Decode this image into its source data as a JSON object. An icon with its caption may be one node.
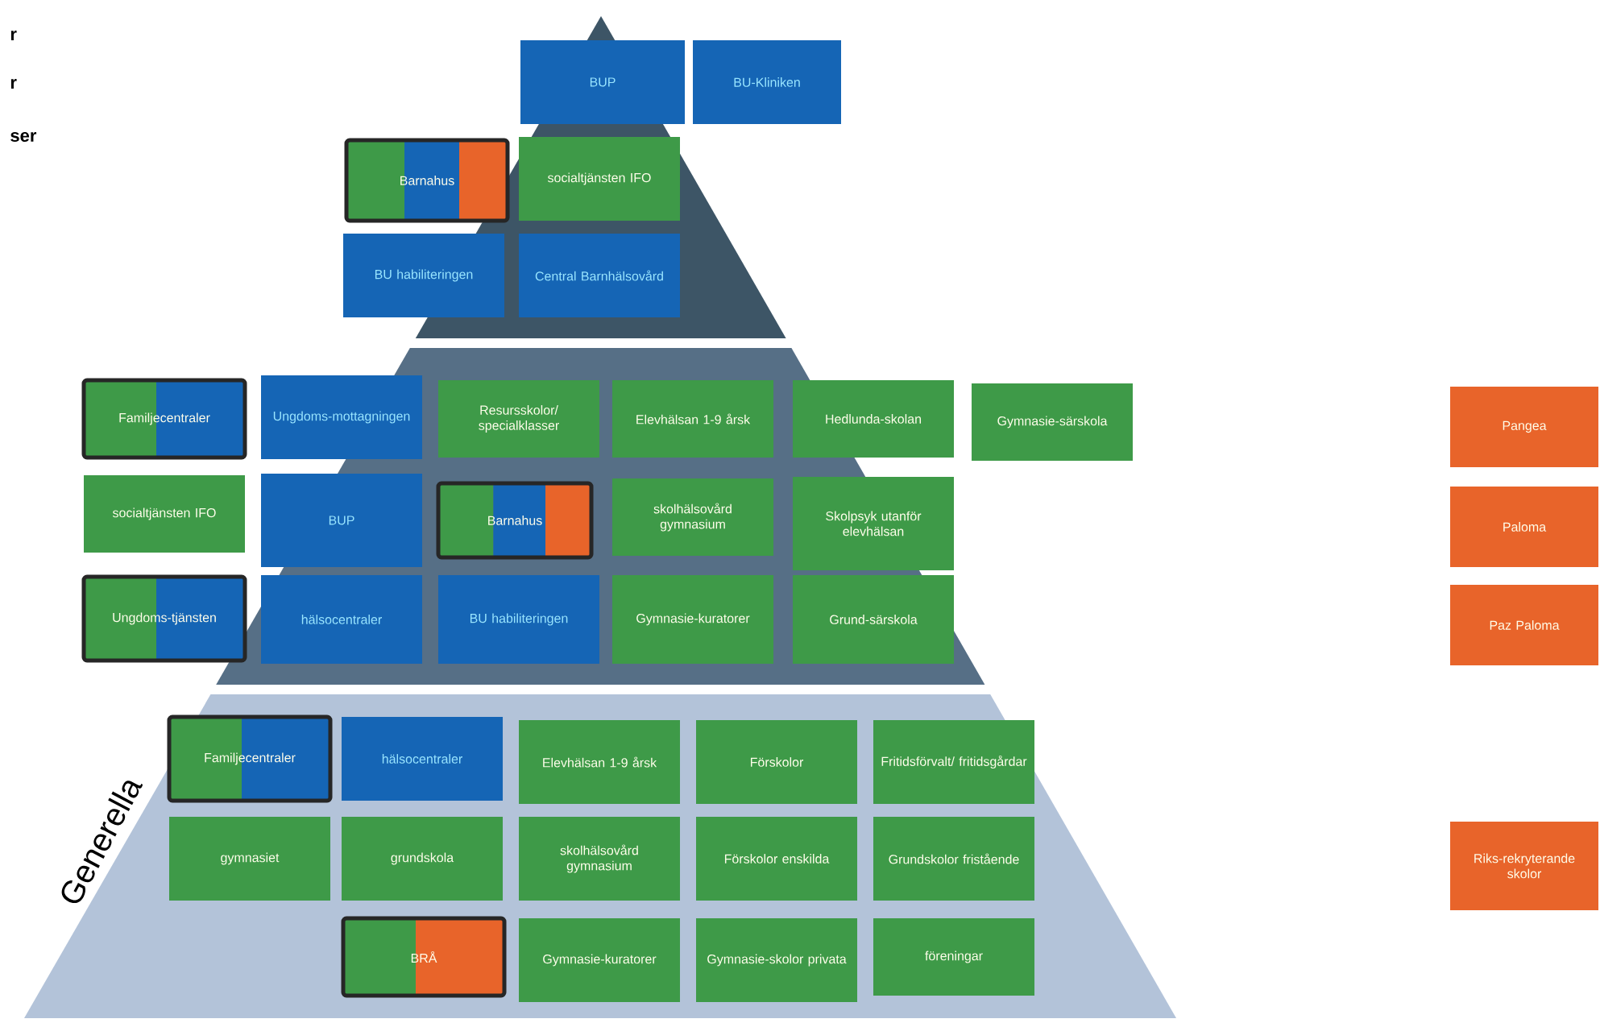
{
  "diagram": {
    "nodes": [
      {
        "text": [
          "BUP"
        ]
      },
      {
        "text": [
          "BU-Kliniken"
        ]
      },
      {
        "text": [
          "Barnahus"
        ]
      },
      {
        "text": [
          "socialtjänsten IFO"
        ]
      },
      {
        "text": [
          "BU habiliteringen"
        ]
      },
      {
        "text": [
          "Central Barnhälsovård"
        ]
      },
      {
        "text": [
          "Familjecentraler"
        ]
      },
      {
        "text": [
          "Ungdoms-mottagningen"
        ]
      },
      {
        "text": [
          "Resursskolor/ specialklasser"
        ]
      },
      {
        "text": [
          "Elevhälsan 1-9 årsk"
        ]
      },
      {
        "text": [
          "Hedlunda-skolan"
        ]
      },
      {
        "text": [
          "Gymnasie-särskola"
        ]
      },
      {
        "text": [
          "socialtjänsten IFO"
        ]
      },
      {
        "text": [
          "BUP"
        ]
      },
      {
        "text": [
          "Barnahus"
        ]
      },
      {
        "text": [
          "skolhälsovård gymnasium"
        ]
      },
      {
        "text": [
          "Skolpsyk utanför elevhälsan"
        ]
      },
      {
        "text": [
          "Ungdoms-tjänsten"
        ]
      },
      {
        "text": [
          "hälsocentraler"
        ]
      },
      {
        "text": [
          "BU habiliteringen"
        ]
      },
      {
        "text": [
          "Gymnasie-kuratorer"
        ]
      },
      {
        "text": [
          "Grund-särskola"
        ]
      },
      {
        "text": [
          "Familjecentraler"
        ]
      },
      {
        "text": [
          "hälsocentraler"
        ]
      },
      {
        "text": [
          "Elevhälsan 1-9 årsk"
        ]
      },
      {
        "text": [
          "Förskolor"
        ]
      },
      {
        "text": [
          "Fritidsförvalt/ fritidsgårdar"
        ]
      },
      {
        "text": [
          "gymnasiet"
        ]
      },
      {
        "text": [
          "grundskola"
        ]
      },
      {
        "text": [
          "skolhälsovård gymnasium"
        ]
      },
      {
        "text": [
          "Förskolor enskilda"
        ]
      },
      {
        "text": [
          "Grundskolor fristående"
        ]
      },
      {
        "text": [
          "BRÅ"
        ]
      },
      {
        "text": [
          "Gymnasie-kuratorer"
        ]
      },
      {
        "text": [
          "Gymnasie-skolor privata"
        ]
      },
      {
        "text": [
          "föreningar"
        ]
      },
      {
        "text": [
          "Pangea"
        ]
      },
      {
        "text": [
          "Paloma"
        ]
      },
      {
        "text": [
          "Paz Paloma"
        ]
      },
      {
        "text": [
          "Riks-rekryterande skolor"
        ]
      }
    ],
    "labels": [
      "r",
      "r",
      "ser",
      "Generella"
    ]
  }
}
